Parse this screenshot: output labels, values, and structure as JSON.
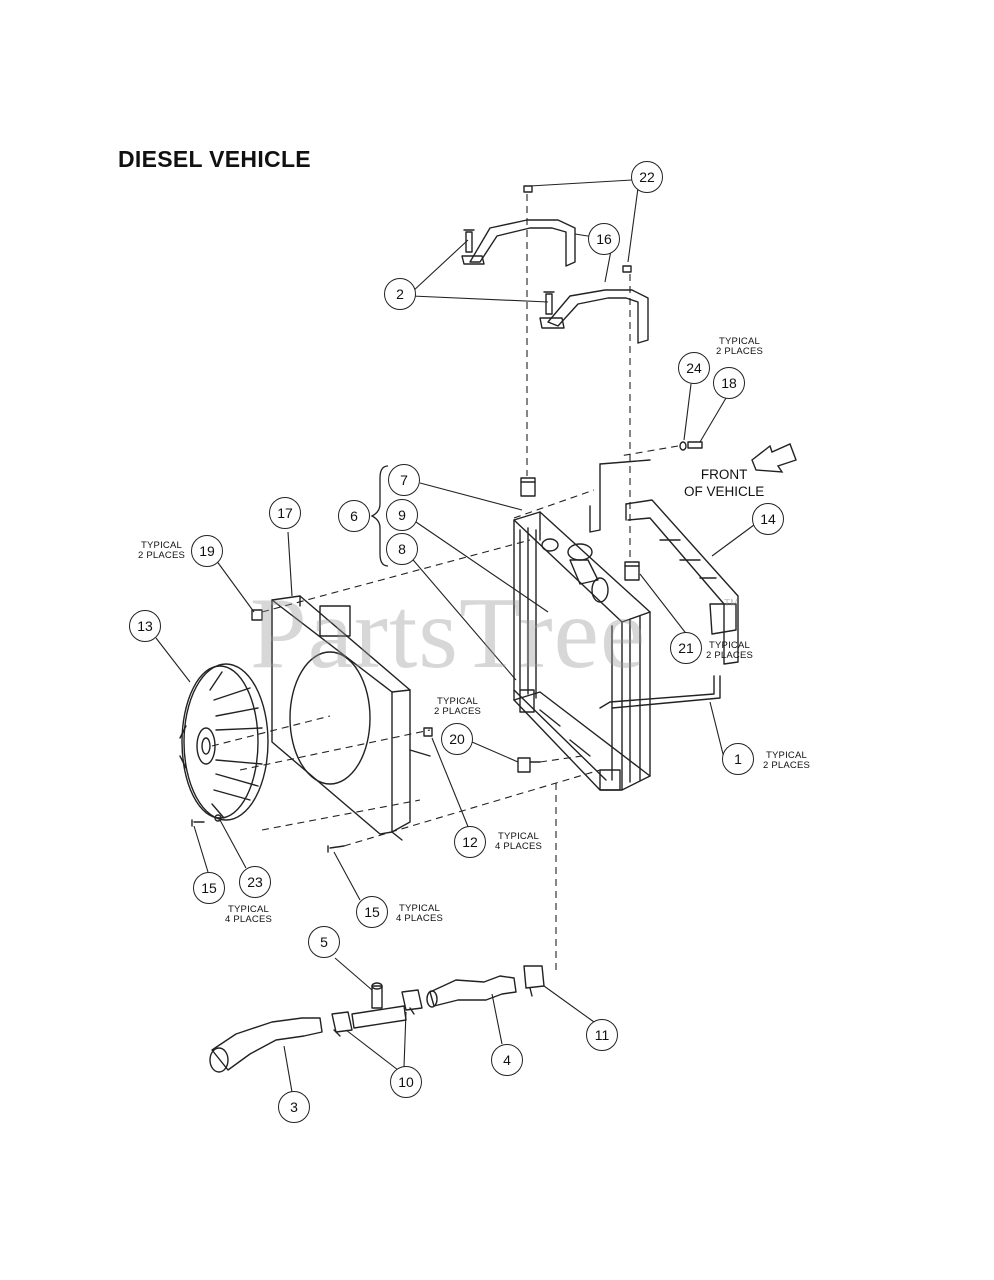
{
  "title": "DIESEL VEHICLE",
  "watermark": "PartsTree",
  "watermark_tm": "TM",
  "front_label": {
    "line1": "FRONT",
    "line2": "OF VEHICLE"
  },
  "callouts": {
    "c1": "1",
    "c2": "2",
    "c3": "3",
    "c4": "4",
    "c5": "5",
    "c6": "6",
    "c7": "7",
    "c8": "8",
    "c9": "9",
    "c10": "10",
    "c11": "11",
    "c12": "12",
    "c13": "13",
    "c14": "14",
    "c15a": "15",
    "c15b": "15",
    "c16": "16",
    "c17": "17",
    "c18": "18",
    "c19": "19",
    "c20": "20",
    "c21": "21",
    "c22": "22",
    "c23": "23",
    "c24": "24"
  },
  "notes": {
    "typical": "TYPICAL",
    "two_places": "2 PLACES",
    "four_places": "4 PLACES"
  }
}
